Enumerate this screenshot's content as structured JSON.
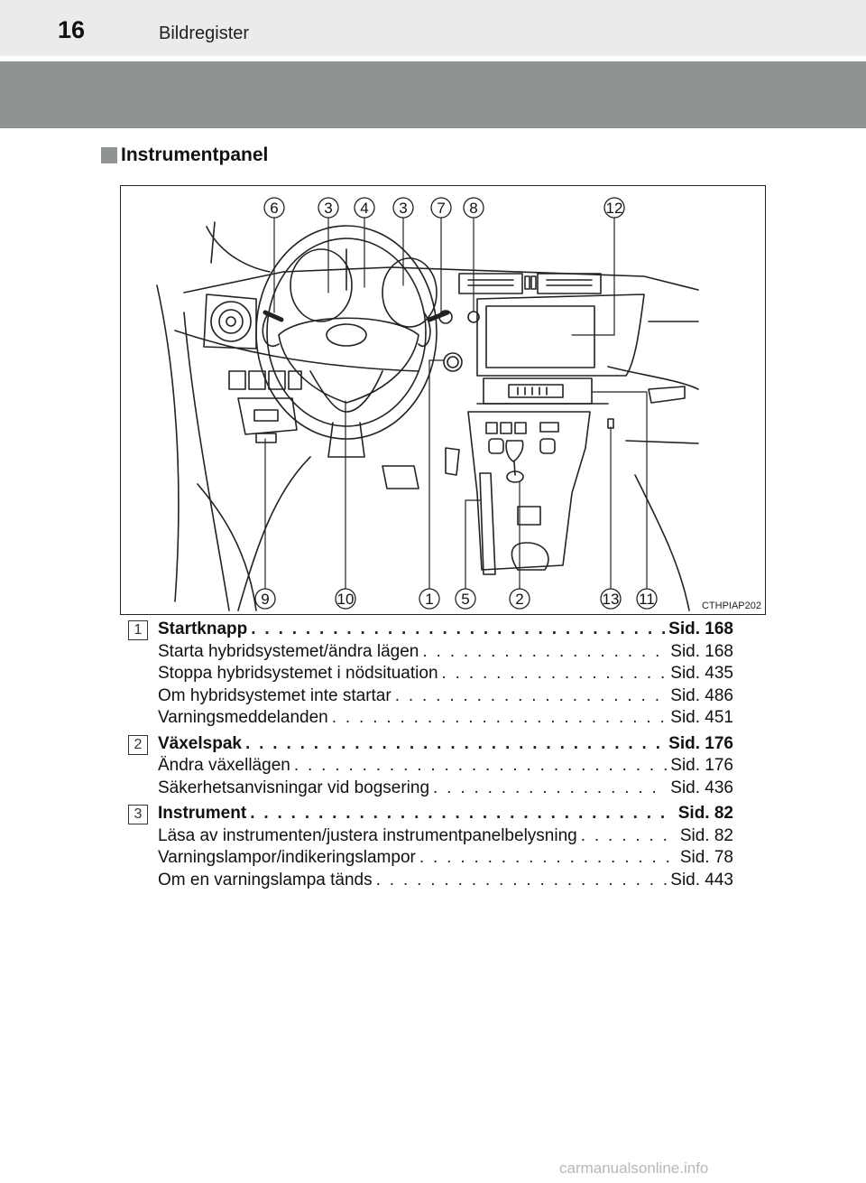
{
  "header": {
    "page_number": "16",
    "title": "Bildregister"
  },
  "section": {
    "title": "Instrumentpanel"
  },
  "figure": {
    "code": "CTHPIAP202",
    "callouts_top": [
      "6",
      "3",
      "4",
      "3",
      "7",
      "8",
      "12"
    ],
    "callouts_bottom": [
      "9",
      "10",
      "1",
      "5",
      "2",
      "13",
      "11"
    ]
  },
  "entries": [
    {
      "marker": "1",
      "main": {
        "label": "Startknapp",
        "ref": "Sid. 168"
      },
      "subs": [
        {
          "label": "Starta hybridsystemet/ändra lägen",
          "ref": "Sid. 168"
        },
        {
          "label": "Stoppa hybridsystemet i nödsituation",
          "ref": "Sid. 435"
        },
        {
          "label": "Om hybridsystemet inte startar",
          "ref": "Sid. 486"
        },
        {
          "label": "Varningsmeddelanden",
          "ref": "Sid. 451"
        }
      ]
    },
    {
      "marker": "2",
      "main": {
        "label": "Växelspak",
        "ref": "Sid. 176"
      },
      "subs": [
        {
          "label": "Ändra växellägen",
          "ref": "Sid. 176"
        },
        {
          "label": "Säkerhetsanvisningar vid bogsering",
          "ref": "Sid. 436"
        }
      ]
    },
    {
      "marker": "3",
      "main": {
        "label": "Instrument",
        "ref": "Sid. 82"
      },
      "subs": [
        {
          "label": "Läsa av instrumenten/justera instrumentpanelbelysning",
          "ref": "Sid. 82"
        },
        {
          "label": "Varningslampor/indikeringslampor",
          "ref": "Sid. 78"
        },
        {
          "label": "Om en varningslampa tänds",
          "ref": "Sid. 443"
        }
      ]
    }
  ],
  "watermark": "carmanualsonline.info"
}
